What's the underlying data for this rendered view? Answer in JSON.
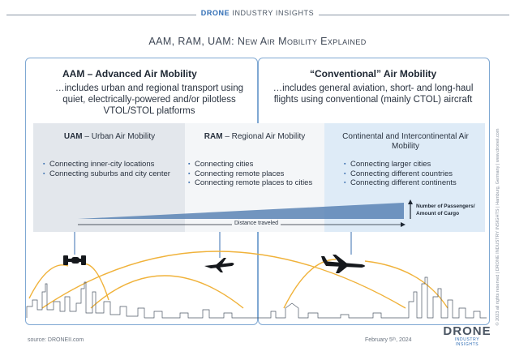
{
  "header": {
    "brand_bold": "DRONE",
    "brand_rest": "INDUSTRY INSIGHTS"
  },
  "title": "AAM, RAM, UAM: New Air Mobility Explained",
  "aam": {
    "heading_bold": "AAM – Advanced Air Mobility",
    "description": "…includes urban and regional transport using quiet, electrically-powered and/or pilotless VTOL/STOL platforms"
  },
  "conventional": {
    "heading": "“Conventional” Air Mobility",
    "description": "…includes general aviation, short- and long-haul flights using conventional (mainly CTOL) aircraft"
  },
  "panels": {
    "uam": {
      "acronym": "UAM",
      "name": "– Urban Air Mobility",
      "bullets": [
        "Connecting inner-city locations",
        "Connecting suburbs and city center"
      ]
    },
    "ram": {
      "acronym": "RAM",
      "name": "– Regional Air Mobility",
      "bullets": [
        "Connecting cities",
        "Connecting remote places",
        "Connecting remote places to cities"
      ]
    },
    "continental": {
      "title": "Continental and Intercontinental Air Mobility",
      "bullets": [
        "Connecting larger cities",
        "Connecting different countries",
        "Connecting different continents"
      ]
    }
  },
  "scale": {
    "distance_label": "Distance traveled",
    "passengers_label": "Number of Passengers/ Amount of Cargo"
  },
  "side_note": "© 2023 all rights reserved  |  DRONE INDUSTRY INSIGHTS  |  Hamburg, Germany  |  www.droneii.com",
  "footer": {
    "source": "source: DRONEII.com",
    "date": "February 5ᵗʰ, 2024",
    "logo_main": "DRONE",
    "logo_sub": "INDUSTRY INSIGHTS"
  },
  "colors": {
    "accent_blue": "#2f6db5",
    "frame_blue": "#7fa8d3",
    "arc_orange": "#f0b23a",
    "panel_grey": "#e3e7ec",
    "panel_blue": "#deebf7"
  }
}
